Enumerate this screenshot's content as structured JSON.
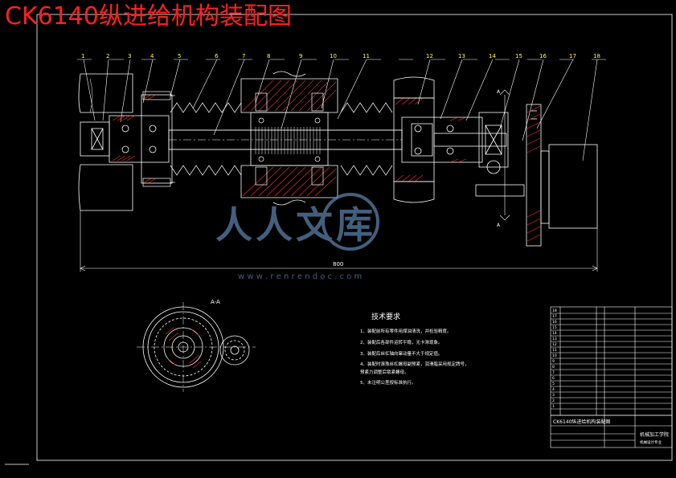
{
  "title": "CK6140纵进给机构装配图",
  "part_numbers": [
    "1",
    "2",
    "3",
    "4",
    "5",
    "6",
    "7",
    "8",
    "9",
    "10",
    "11",
    "12",
    "13",
    "14",
    "15",
    "16",
    "17",
    "18"
  ],
  "dimension": "800",
  "section_label": "A-A",
  "section_marker": "A",
  "tech_req": {
    "heading": "技术要求",
    "items": [
      "1、装配前所有零件用煤油清洗，并检验精度。",
      "2、装配后各部件运转平稳，无卡滞现象。",
      "3、装配后丝杠轴向窜动量不大于规定值。",
      "4、装配时滚珠丝杠螺母副预紧，润滑脂采用规定牌号，",
      "   预紧力调整后锁紧螺母。",
      "5、未注明公差按标准执行。"
    ]
  },
  "title_block": {
    "drawing_name": "CK6140纵进给机构装配图",
    "school": "机械加工学院",
    "school_sub": "机械设计专业"
  },
  "watermark": {
    "text": "人人文库",
    "url": "w w w . r e n r e n d o c . c o m"
  },
  "colors": {
    "title": "#ff2020",
    "lines": "#ffffff",
    "hatch": "#ff3030",
    "callout": "#ffff40",
    "watermark": "#5a7fa8"
  }
}
